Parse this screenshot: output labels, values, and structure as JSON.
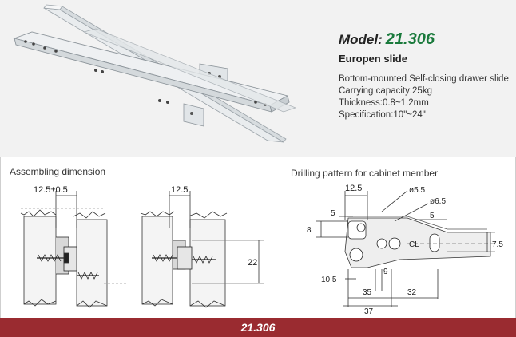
{
  "product": {
    "model_label": "Model:",
    "model_number": "21.306",
    "name": "Europen slide",
    "specs": [
      "Bottom-mounted Self-closing drawer slide",
      "Carrying capacity:25kg",
      "Thickness:0.8~1.2mm",
      "Specification:10\"~24\""
    ]
  },
  "assembling": {
    "title": "Assembling dimension",
    "dim_left": "12.5±0.5",
    "dim_right": "12.5",
    "dim_height": "22"
  },
  "drilling": {
    "title": "Drilling pattern for cabinet member",
    "d_top": "12.5",
    "d_hole1": "ø5.5",
    "d_hole2": "ø6.5",
    "d_5a": "5",
    "d_5b": "5",
    "d_8": "8",
    "d_75": "7.5",
    "d_cl": "CL",
    "d_105": "10.5",
    "d_9": "9",
    "d_35": "35",
    "d_32": "32",
    "d_37": "37"
  },
  "footer": {
    "label": "21.306"
  },
  "colors": {
    "footer_bg": "#9a2b30",
    "model_number": "#1a7a3c",
    "panel_bg": "#f2f2f2"
  }
}
